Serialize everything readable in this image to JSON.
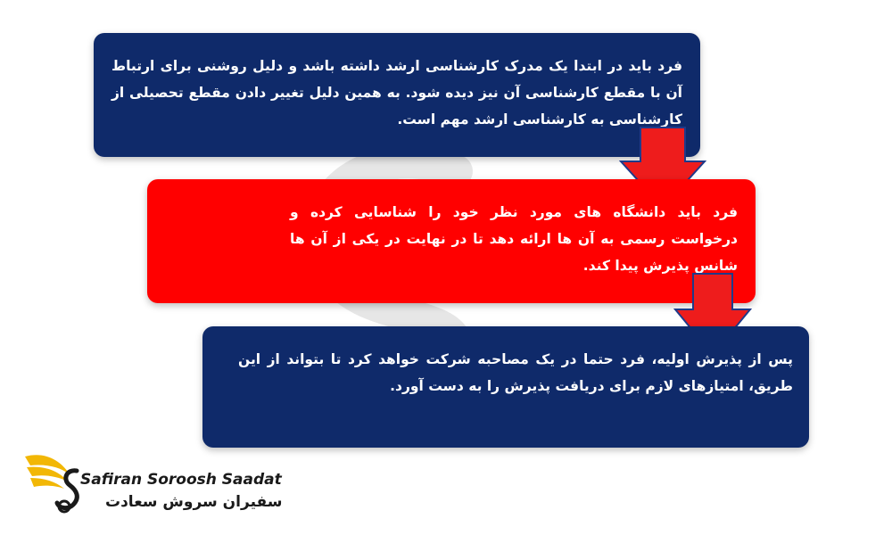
{
  "steps": [
    {
      "text": "فرد باید در ابتدا یک مدرک کارشناسی ارشد داشته باشد و دلیل روشنی برای ارتباط آن با مقطع کارشناسی آن نیز دیده شود. به همین دلیل تغییر دادن مقطع تحصیلی از کارشناسی به کارشناسی ارشد مهم است.",
      "color": "#0f2a6a"
    },
    {
      "text": "فرد باید دانشگاه های مورد نظر خود را شناسایی کرده و درخواست رسمی به آن ها ارائه دهد تا در نهایت در یکی از آن ها شانس پذیرش پیدا کند.",
      "color": "#ff0000"
    },
    {
      "text": "پس از پذیرش اولیه، فرد حتما در یک مصاحبه شرکت خواهد کرد تا بتواند از این طریق، امتیازهای لازم برای دریافت پذیرش را به دست آورد.",
      "color": "#0f2a6a"
    }
  ],
  "arrows": {
    "color": "#ee1c1c",
    "outline": "#1f3a8a",
    "icon": "down-arrow-icon"
  },
  "logo": {
    "name_en": "Safiran Soroosh Saadat",
    "name_fa": "سفیران سروش سعادت",
    "accent": "#f2b705",
    "icon": "winged-s-icon"
  }
}
